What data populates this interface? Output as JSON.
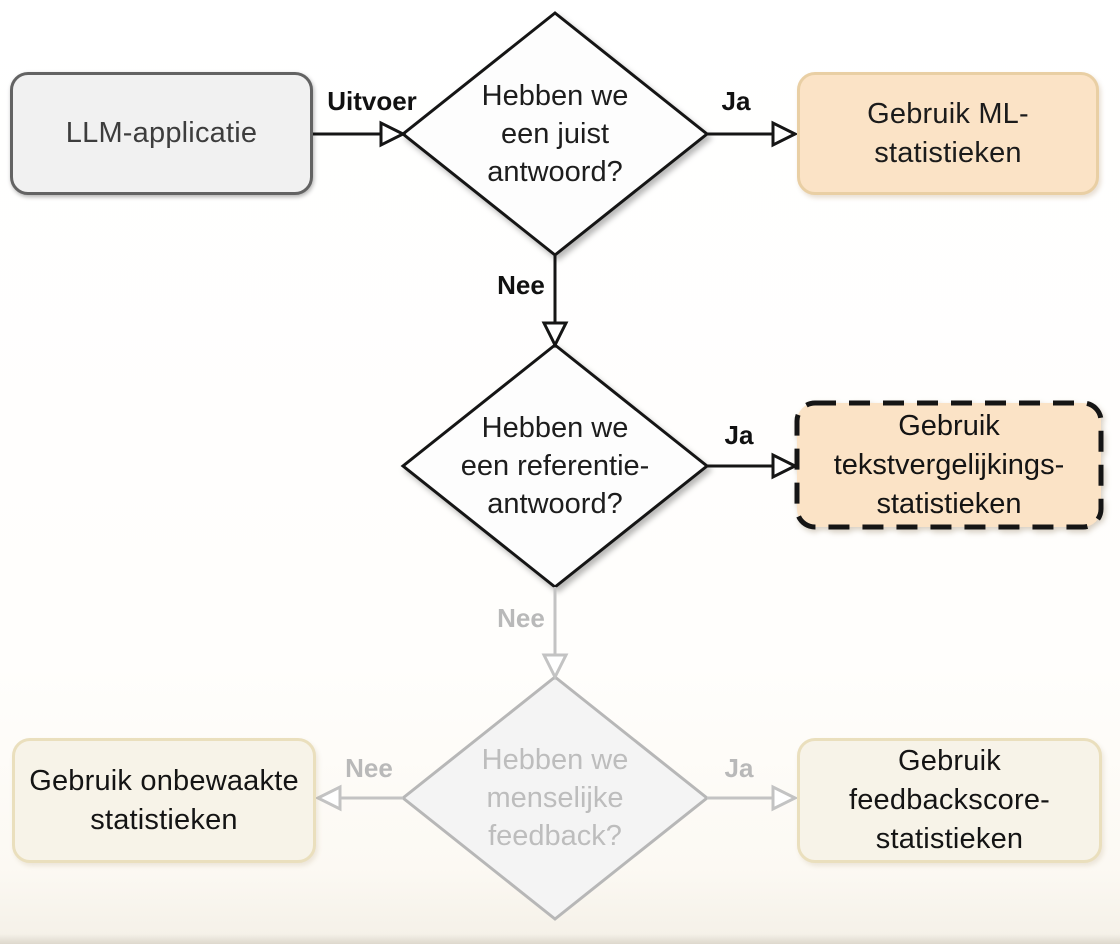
{
  "nodes": {
    "llm_app": {
      "lines": [
        "LLM-applicatie"
      ]
    },
    "q_correct": {
      "lines": [
        "Hebben we",
        "een juist",
        "antwoord?"
      ]
    },
    "ml_stats": {
      "lines": [
        "Gebruik ML-",
        "statistieken"
      ]
    },
    "q_reference": {
      "lines": [
        "Hebben we",
        "een referentie-",
        "antwoord?"
      ]
    },
    "text_compare_stats": {
      "lines": [
        "Gebruik",
        "tekstvergelijkings-",
        "statistieken"
      ]
    },
    "q_human_feedback": {
      "lines": [
        "Hebben we",
        "menselijke",
        "feedback?"
      ]
    },
    "unsupervised_stats": {
      "lines": [
        "Gebruik onbewaakte",
        "statistieken"
      ]
    },
    "feedback_score_stats": {
      "lines": [
        "Gebruik",
        "feedbackscore-",
        "statistieken"
      ]
    }
  },
  "edge_labels": {
    "uitvoer": "Uitvoer",
    "ja_1": "Ja",
    "nee_1": "Nee",
    "ja_2": "Ja",
    "nee_2": "Nee",
    "nee_3": "Nee",
    "ja_3": "Ja"
  },
  "colors": {
    "line_black": "#151515",
    "line_faded": "#c3c3c3",
    "node_grey_fill": "#f1f1f1",
    "node_grey_border": "#636363",
    "node_orange_fill": "#fbe3c6",
    "node_orange_border": "#e9cfa4",
    "node_cream_fill": "#f7f3e8",
    "node_cream_border": "#eadfbd",
    "diamond_fill": "#fdfdfd",
    "diamond_faded_fill": "#f4f4f4",
    "diamond_faded_border": "#b7b7b7",
    "faded_text": "#bdbdbd"
  }
}
